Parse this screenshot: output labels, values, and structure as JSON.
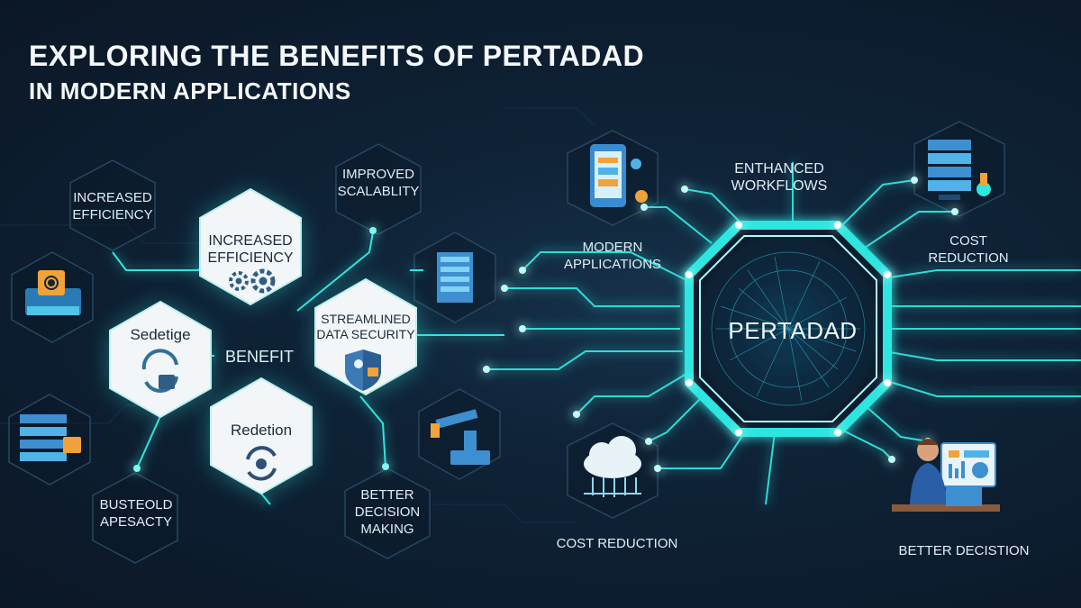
{
  "title": {
    "line1": "EXPLORING THE BENEFITS OF PERTADAD",
    "line2": "IN MODERN APPLICATIONS"
  },
  "center": {
    "label": "PERTADAD",
    "ring_color": "#2fe6e0"
  },
  "benefit_hub": {
    "label": "BENEFIT"
  },
  "white_hexes": [
    {
      "line1": "INCREASED",
      "line2": "EFFICIENCY",
      "icon": "gears-icon"
    },
    {
      "line1": "Sedetige",
      "line2": "",
      "icon": "cycle-lock-icon"
    },
    {
      "line1": "STREAMLINED",
      "line2": "DATA SECURITY",
      "icon": "shield-lock-icon"
    },
    {
      "line1": "Redetion",
      "line2": "",
      "icon": "recycle-icon"
    }
  ],
  "outline_labels": [
    {
      "line1": "INCREASED",
      "line2": "EFFICIENCY"
    },
    {
      "line1": "IMPROVED",
      "line2": "SCALABLITY"
    },
    {
      "line1": "BUSTEOLD",
      "line2": "APESACTY"
    },
    {
      "line1": "BETTER",
      "line2": "DECISION",
      "line3": "MAKING"
    }
  ],
  "right_labels": [
    {
      "line1": "ENTHANCED",
      "line2": "WORKFLOWS"
    },
    {
      "line1": "MODERN",
      "line2": "APPLICATIONS"
    },
    {
      "line1": "COST",
      "line2": "REDUCTION"
    },
    {
      "line1": "COST REDUCTION"
    },
    {
      "line1": "BETTER DECISTION"
    }
  ],
  "icons": [
    "power-server-icon",
    "server-stack-icon",
    "server-rack-icon",
    "robot-arm-icon",
    "phone-app-icon",
    "server-cabinet-icon",
    "cloud-network-icon",
    "analyst-desk-icon"
  ],
  "colors": {
    "accent": "#2fe6e0",
    "background": "#0f2338",
    "hex_fill": "#f3f6f8"
  }
}
